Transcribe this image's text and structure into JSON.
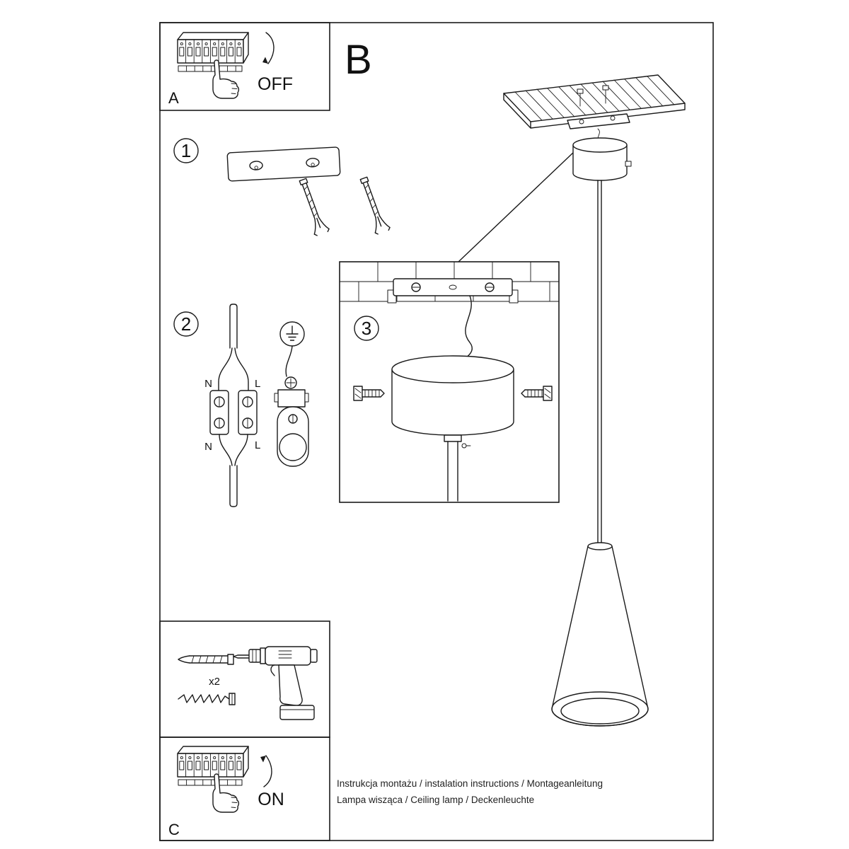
{
  "page": {
    "section_label": "B",
    "panel_a": {
      "label": "A",
      "state": "OFF"
    },
    "panel_c": {
      "label": "C",
      "state": "ON"
    },
    "steps": {
      "s1": "1",
      "s2": "2",
      "s3": "3"
    },
    "wiring": {
      "n_top": "N",
      "l_top": "L",
      "n_bottom": "N",
      "l_bottom": "L"
    },
    "hardware": {
      "anchor_count": "x2"
    },
    "footer": {
      "line1": "Instrukcja montażu / instalation instructions / Montageanleitung",
      "line2": "Lampa wisząca / Ceiling lamp  / Deckenleuchte"
    }
  }
}
